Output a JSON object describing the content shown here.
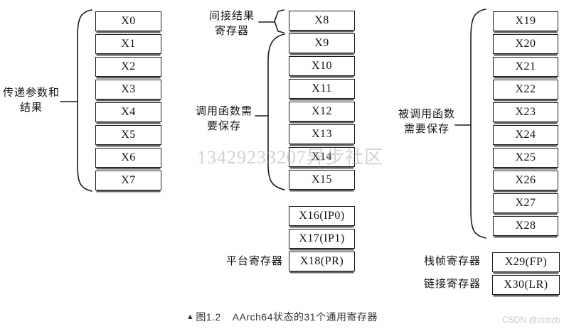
{
  "figure": {
    "caption_marker": "▲",
    "caption_label": "图1.2",
    "caption_title": "AArch64状态的31个通用寄存器"
  },
  "watermarks": {
    "center": "13429233207异步社区",
    "corner": "CSDN @zbbzb"
  },
  "groups": {
    "args": {
      "label_line1": "传递参数和",
      "label_line2": "结果",
      "registers": [
        "X0",
        "X1",
        "X2",
        "X3",
        "X4",
        "X5",
        "X6",
        "X7"
      ]
    },
    "indirect": {
      "label_line1": "间接结果",
      "label_line2": "寄存器",
      "registers": [
        "X8"
      ]
    },
    "caller": {
      "label_line1": "调用函数需",
      "label_line2": "要保存",
      "registers": [
        "X9",
        "X10",
        "X11",
        "X12",
        "X13",
        "X14",
        "X15"
      ]
    },
    "platform": {
      "label": "平台寄存器",
      "registers": [
        "X16(IP0)",
        "X17(IP1)",
        "X18(PR)"
      ]
    },
    "callee": {
      "label_line1": "被调用函数",
      "label_line2": "需要保存",
      "registers": [
        "X19",
        "X20",
        "X21",
        "X22",
        "X23",
        "X24",
        "X25",
        "X26",
        "X27",
        "X28"
      ]
    },
    "frame": {
      "label": "栈帧寄存器",
      "registers": [
        "X29(FP)"
      ]
    },
    "link": {
      "label": "链接寄存器",
      "registers": [
        "X30(LR)"
      ]
    }
  },
  "colors": {
    "box_border": "#1b1b1b",
    "box_shadow_band": "#464646",
    "caption": "#333333",
    "watermark_center": "#a5a5a5",
    "watermark_corner": "#c9c9c9"
  }
}
